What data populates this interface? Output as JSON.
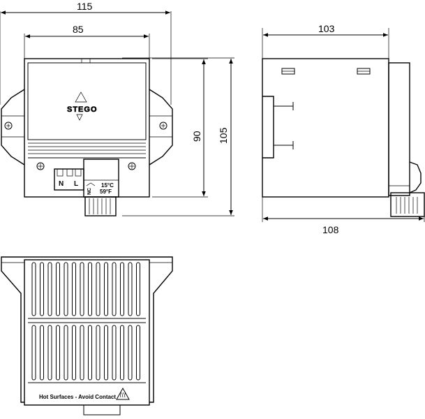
{
  "dimensions": {
    "front_total_width": "115",
    "front_body_width": "85",
    "front_body_height": "90",
    "front_total_height": "105",
    "side_depth_top": "103",
    "side_depth_bottom": "108"
  },
  "labels": {
    "brand_logo": "STEGO",
    "terminal_n": "N",
    "terminal_l": "L",
    "switch_nc": "NC",
    "switch_celsius": "15°C",
    "switch_fahrenheit": "59°F",
    "warning": "Hot Surfaces - Avoid Contact"
  },
  "colors": {
    "line": "#000000",
    "background": "#ffffff"
  },
  "icons": [
    "hot-surface-warning-icon",
    "mounting-screw-icon"
  ]
}
